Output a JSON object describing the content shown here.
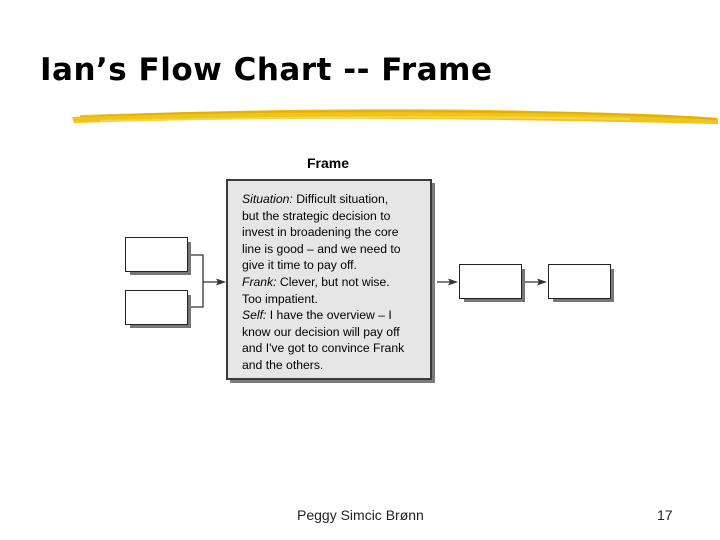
{
  "slide": {
    "title": "Ian’s Flow Chart -- Frame",
    "accent_color": "#e8b400"
  },
  "diagram": {
    "heading": "Frame",
    "frame_lines": [
      {
        "label": "Situation:",
        "text": " Difficult situation,"
      },
      {
        "label": "",
        "text": "but the strategic decision to"
      },
      {
        "label": "",
        "text": "invest in broadening the core"
      },
      {
        "label": "",
        "text": "line is good – and we need to"
      },
      {
        "label": "",
        "text": "give it time to pay off."
      },
      {
        "label": "Frank:",
        "text": " Clever, but not wise."
      },
      {
        "label": "",
        "text": "Too impatient."
      },
      {
        "label": "Self:",
        "text": " I have the overview – I"
      },
      {
        "label": "",
        "text": "know our decision will pay off"
      },
      {
        "label": "",
        "text": "and I've got to convince Frank"
      },
      {
        "label": "",
        "text": "and the others."
      }
    ]
  },
  "footer": {
    "author": "Peggy Simcic Brønn",
    "page_number": "17"
  }
}
